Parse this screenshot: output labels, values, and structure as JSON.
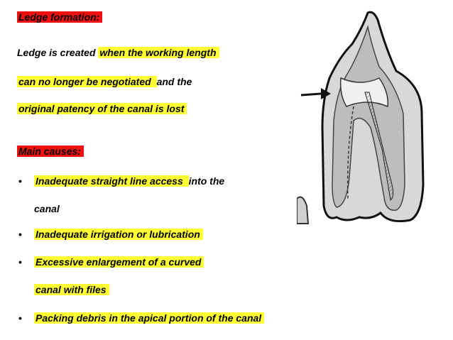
{
  "slide": {
    "heading": "Ledge formation:",
    "definition": {
      "line1_plain": "Ledge  is created ",
      "line1_highlight": "when the working length ",
      "line2_highlight": "can no longer be negotiated ",
      "line2_plain": "and the",
      "line3_highlight": "original patency of  the canal is lost"
    },
    "causes_heading": "Main causes:",
    "bullet_char": "•",
    "causes": [
      {
        "highlight": "Inadequate straight line access ",
        "plain": " into the",
        "continuation": "canal"
      },
      {
        "highlight": "Inadequate irrigation or lubrication"
      },
      {
        "highlight": "Excessive enlargement of  a curved ",
        "continuation": "canal with files"
      },
      {
        "highlight": "Packing debris in the apical portion of the canal"
      }
    ],
    "figure": {
      "icon": "tooth-ledge-illustration-icon",
      "arrow": "arrow-right-icon"
    },
    "colors": {
      "highlight_yellow": "#ffff33",
      "highlight_red": "#ee1111"
    }
  }
}
